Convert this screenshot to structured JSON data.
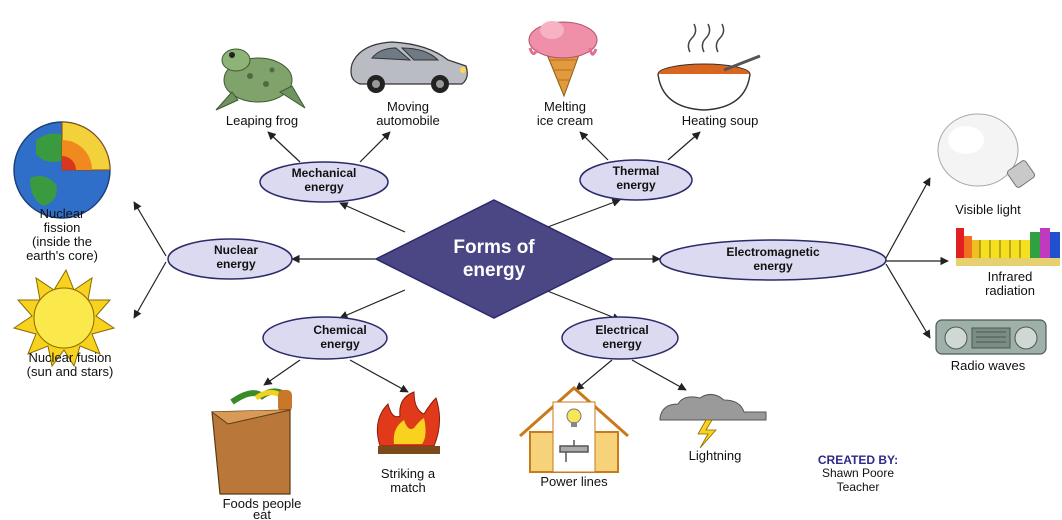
{
  "hub": {
    "line1": "Forms of",
    "line2": "energy"
  },
  "nodes": {
    "mechanical": {
      "line1": "Mechanical",
      "line2": "energy"
    },
    "thermal": {
      "line1": "Thermal",
      "line2": "energy"
    },
    "nuclear": {
      "line1": "Nuclear",
      "line2": "energy"
    },
    "electromagnetic": {
      "line1": "Electromagnetic",
      "line2": "energy"
    },
    "chemical": {
      "line1": "Chemical",
      "line2": "energy"
    },
    "electrical": {
      "line1": "Electrical",
      "line2": "energy"
    }
  },
  "examples": {
    "leaping_frog": [
      "Leaping frog"
    ],
    "moving_automobile": [
      "Moving",
      "automobile"
    ],
    "melting_ice_cream": [
      "Melting",
      "ice cream"
    ],
    "heating_soup": [
      "Heating soup"
    ],
    "nuclear_fission": [
      "Nuclear",
      "fission",
      "(inside the",
      "earth's core)"
    ],
    "nuclear_fusion": [
      "Nuclear fusion",
      "(sun and stars)"
    ],
    "visible_light": [
      "Visible light"
    ],
    "infrared_radiation": [
      "Infrared",
      "radiation"
    ],
    "radio_waves": [
      "Radio waves"
    ],
    "foods_people_eat": [
      "Foods people",
      "eat"
    ],
    "striking_a_match": [
      "Striking a",
      "match"
    ],
    "power_lines": [
      "Power lines"
    ],
    "lightning": [
      "Lightning"
    ]
  },
  "credit": {
    "heading": "CREATED BY:",
    "name": "Shawn Poore",
    "role": "Teacher"
  },
  "colors": {
    "hub_fill": "#4b4684",
    "oval_fill": "#dcdaf0",
    "oval_stroke": "#2b2b6a"
  }
}
